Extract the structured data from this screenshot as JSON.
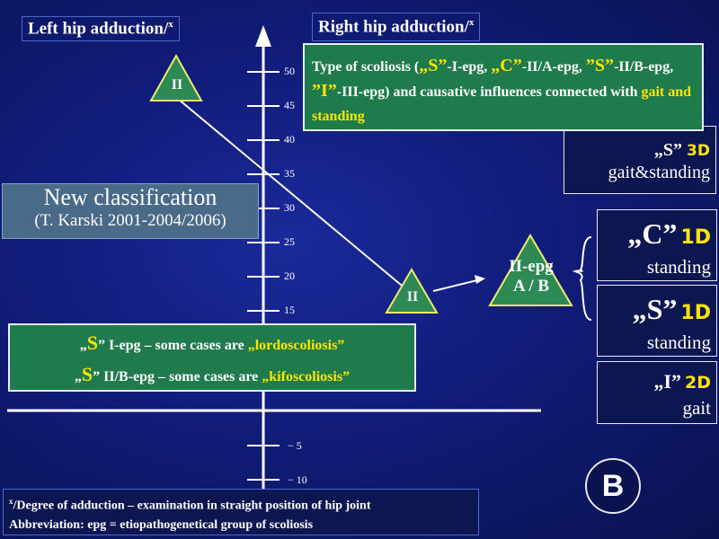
{
  "titles": {
    "left": "Left hip adduction/",
    "left_sup": "x",
    "right": "Right hip adduction/",
    "right_sup": "x"
  },
  "axis": {
    "ticks_up": [
      "50",
      "45",
      "40",
      "35",
      "30",
      "25",
      "20",
      "15"
    ],
    "ticks_down": [
      "− 5",
      "− 10"
    ]
  },
  "markers": {
    "top_left": "II",
    "middle": "II",
    "group": "II-epg",
    "group_sub": "A / B"
  },
  "classification": {
    "line1": "New classification",
    "line2": "(T. Karski 2001-2004/2006)"
  },
  "type_box": {
    "p1": "Type of scoliosis (",
    "s1": "„S”",
    "p2": "-I-epg, ",
    "c1": "„C”",
    "p3": "-II/A-epg, ",
    "s2": "”S”",
    "p4": "-II/B-epg, ",
    "i1": "”I”",
    "p5": "-III-epg) and causative influences connected with ",
    "hl": "gait and standing"
  },
  "s3d": {
    "label": "„S”",
    "dim": "3D",
    "sub": "gait&standing"
  },
  "c1d": {
    "label": "„C”",
    "dim": "1D",
    "sub": "standing"
  },
  "s1d": {
    "label": "„S”",
    "dim": "1D",
    "sub": "standing"
  },
  "i2d": {
    "label": "„I”",
    "dim": "2D",
    "sub": "gait"
  },
  "lordo_box": {
    "l1_a": "„",
    "l1_s": "S",
    "l1_b": "” I-epg –   some cases are ",
    "l1_hl": "„lordoscoliosis”",
    "l2_a": "„",
    "l2_s": "S",
    "l2_b": "” II/B-epg – some cases are ",
    "l2_hl": "„kifoscoliosis”"
  },
  "footer": {
    "sup": "x",
    "line1": "/Degree of adduction – examination in straight position of hip joint",
    "line2": "Abbreviation: epg = etiopathogenetical group of scoliosis"
  },
  "badge": "B",
  "colors": {
    "background": "#101c78",
    "green": "#1f7a4c",
    "yellow": "#ffe600",
    "triangle": "#2e8a55"
  }
}
